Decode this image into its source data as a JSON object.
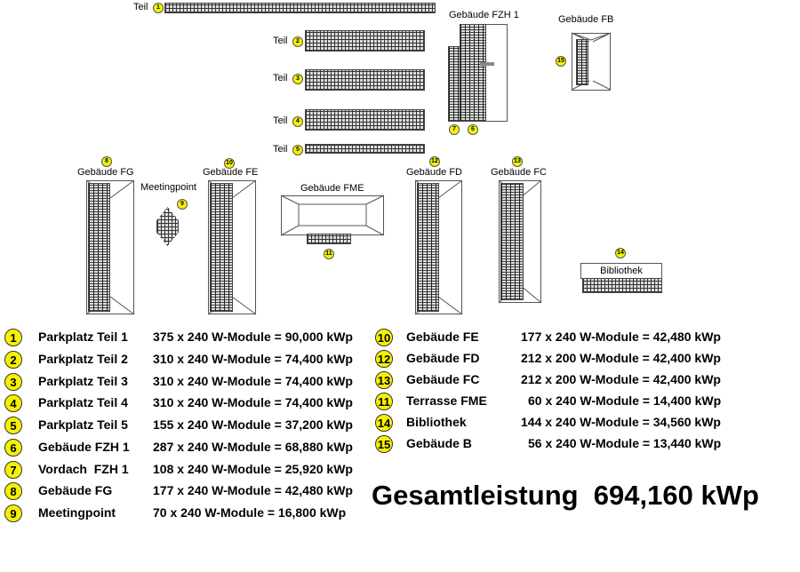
{
  "map": {
    "teil_label": "Teil",
    "parts": [
      "1",
      "2",
      "3",
      "4",
      "5"
    ],
    "buildings": {
      "fzh1": {
        "label": "Gebäude FZH 1",
        "badges": [
          "7",
          "6"
        ]
      },
      "fb": {
        "label": "Gebäude FB",
        "badge": "15"
      },
      "fg": {
        "label": "Gebäude FG",
        "badge": "8"
      },
      "meetingpoint": {
        "label": "Meetingpoint",
        "badge": "9"
      },
      "fe": {
        "label": "Gebäude FE",
        "badge": "10"
      },
      "fme": {
        "label": "Gebäude FME",
        "badge": "11"
      },
      "fd": {
        "label": "Gebäude FD",
        "badge": "12"
      },
      "fc": {
        "label": "Gebäude FC",
        "badge": "13"
      },
      "bibliothek": {
        "label": "Bibliothek",
        "badge": "14"
      }
    }
  },
  "legend_left": [
    {
      "num": "1",
      "name": "Parkplatz Teil 1",
      "value": "375 x 240 W-Module = 90,000 kWp"
    },
    {
      "num": "2",
      "name": "Parkplatz Teil 2",
      "value": "310 x 240 W-Module = 74,400 kWp"
    },
    {
      "num": "3",
      "name": "Parkplatz Teil 3",
      "value": "310 x 240 W-Module = 74,400 kWp"
    },
    {
      "num": "4",
      "name": "Parkplatz Teil 4",
      "value": "310 x 240 W-Module = 74,400 kWp"
    },
    {
      "num": "5",
      "name": "Parkplatz Teil 5",
      "value": "155 x 240 W-Module = 37,200 kWp"
    },
    {
      "num": "6",
      "name": "Gebäude FZH 1",
      "value": "287 x 240 W-Module = 68,880 kWp"
    },
    {
      "num": "7",
      "name": "Vordach  FZH 1",
      "value": "108 x 240 W-Module = 25,920 kWp"
    },
    {
      "num": "8",
      "name": "Gebäude FG",
      "value": "177 x 240 W-Module = 42,480 kWp"
    },
    {
      "num": "9",
      "name": "Meetingpoint",
      "value": "70 x 240 W-Module = 16,800 kWp"
    }
  ],
  "legend_right": [
    {
      "num": "10",
      "name": "Gebäude FE",
      "value": "177 x 240 W-Module = 42,480 kWp"
    },
    {
      "num": "12",
      "name": "Gebäude FD",
      "value": "212 x 200 W-Module = 42,400 kWp"
    },
    {
      "num": "13",
      "name": "Gebäude FC",
      "value": "212 x 200 W-Module = 42,400 kWp"
    },
    {
      "num": "11",
      "name": "Terrasse FME",
      "value": "60 x 240 W-Module = 14,400 kWp"
    },
    {
      "num": "14",
      "name": "Bibliothek",
      "value": "144 x 240 W-Module = 34,560 kWp"
    },
    {
      "num": "15",
      "name": "Gebäude B",
      "value": "56 x 240 W-Module = 13,440 kWp"
    }
  ],
  "total": "Gesamtleistung  694,160 kWp",
  "colors": {
    "badge": "#f5f200"
  }
}
